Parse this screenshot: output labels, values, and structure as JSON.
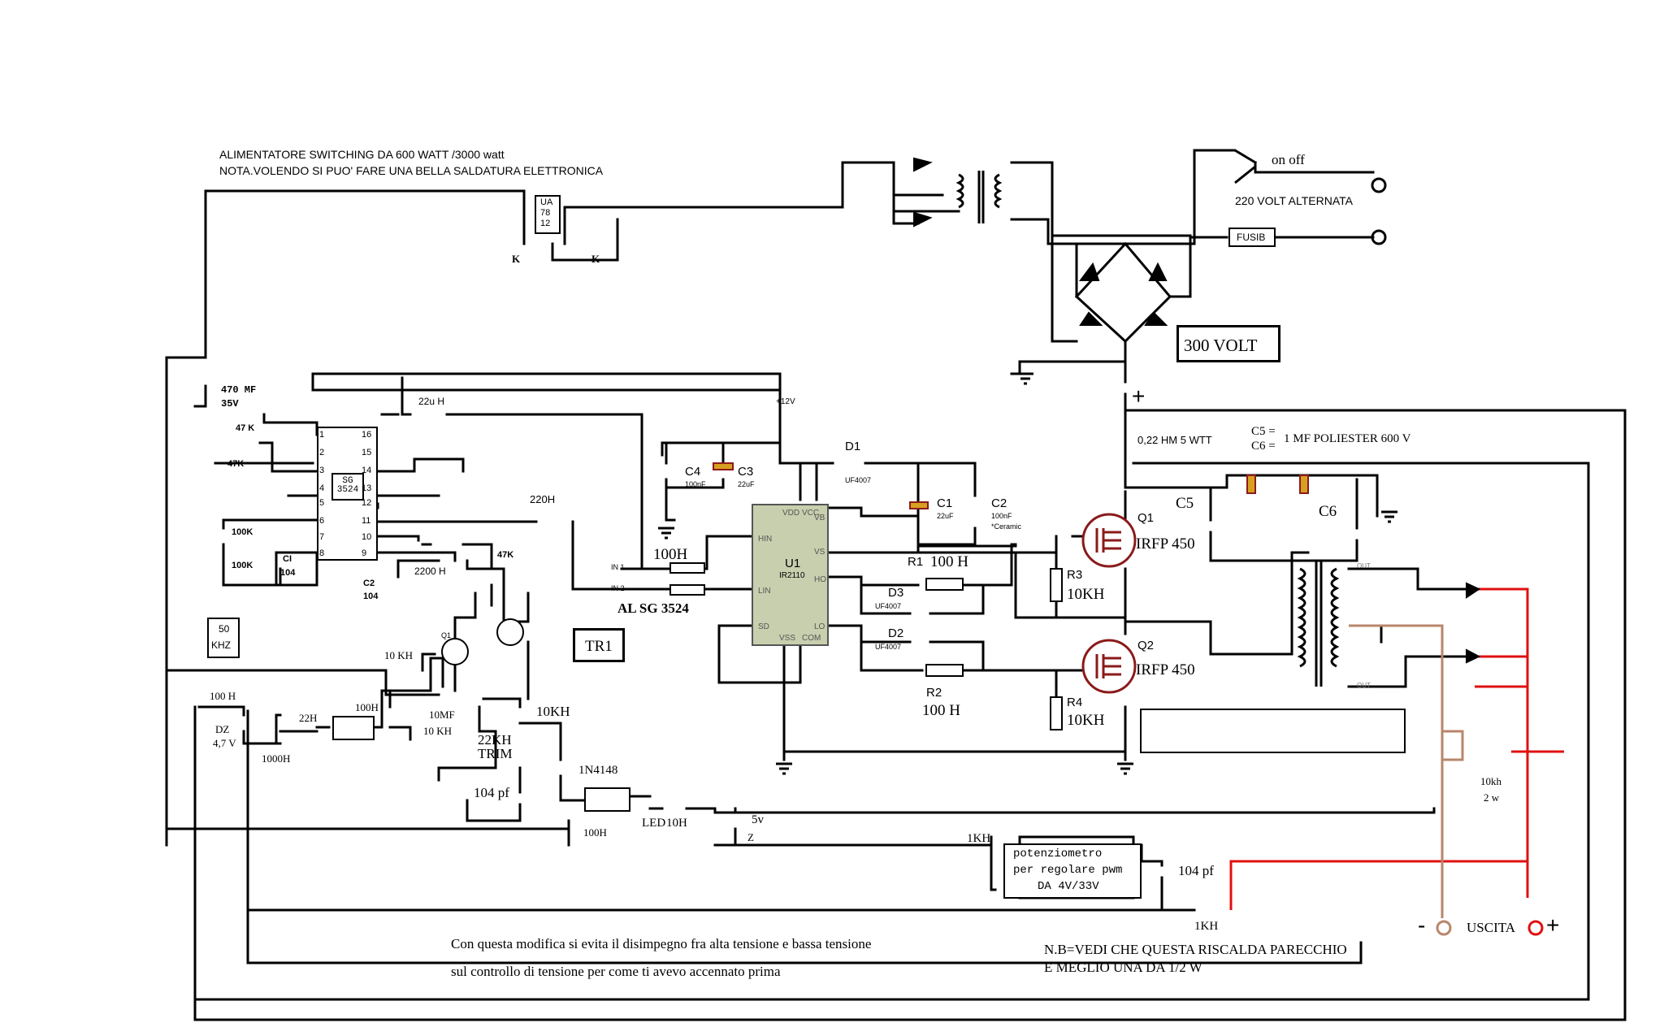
{
  "header": {
    "line1": "ALIMENTATORE SWITCHING DA 600 WATT /3000 watt",
    "line2": "NOTA.VOLENDO SI PUO' FARE UNA BELLA SALDATURA ELETTRONICA"
  },
  "mains": {
    "switch_label": "on off",
    "voltage_label": "220 VOLT ALTERNATA",
    "fuse_label": "FUSIB",
    "rail_label": "300 VOLT",
    "plus_sign": "+"
  },
  "regulator": {
    "l1": "UA",
    "l2": "78",
    "l3": "12",
    "k_left": "K",
    "k_right": "K"
  },
  "sg3524": {
    "chip_name": "SG 3524",
    "cap_470_l1": "470 MF",
    "cap_470_l2": "35V",
    "r47k_a": "47 K",
    "r47k_b": "47K",
    "r22u": "22u H",
    "r220h": "220H",
    "r100k_a": "100K",
    "r100k_b": "100K",
    "c1_104_a": "CI",
    "c1_104_b": "104",
    "c2_104_a": "C2",
    "c2_104_b": "104",
    "r2200": "2200 H",
    "r47k_c": "47K",
    "freq_a": "50",
    "freq_b": "KHZ",
    "pins_left": [
      "1",
      "2",
      "3",
      "4",
      "5",
      "6",
      "7",
      "8"
    ],
    "pins_right": [
      "16",
      "15",
      "14",
      "13",
      "12",
      "11",
      "10",
      "9"
    ]
  },
  "driver": {
    "chip_name": "U1",
    "chip_part": "IR2110",
    "pin_hin": "HIN",
    "pin_lin": "LIN",
    "pin_sd": "SD",
    "pin_vdd": "VDD",
    "pin_vcc": "VCC",
    "pin_vss": "VSS",
    "pin_com": "COM",
    "pin_vb": "VB",
    "pin_vs": "VS",
    "pin_ho": "HO",
    "pin_lo": "LO",
    "c4": "C4",
    "c4_val": "100nF",
    "c3": "C3",
    "c3_val": "22uF",
    "d1": "D1",
    "d1_part": "UF4007",
    "c1": "C1",
    "c1_val": "22uF",
    "c2": "C2",
    "c2_val": "100nF",
    "c2_note": "*Ceramic",
    "r1": "R1",
    "r1_val": "100 H",
    "r2": "R2",
    "r2_val": "100 H",
    "d3": "D3",
    "d3_part": "UF4007",
    "d2": "D2",
    "d2_part": "UF4007",
    "in1": "IN 1",
    "in2": "IN 2",
    "r100h_in": "100H",
    "al_sg": "AL SG 3524",
    "plus12v": "+12V"
  },
  "power": {
    "shunt": "0,22 HM 5 WTT",
    "c5c6_a": "C5 =",
    "c5c6_b": "C6 =",
    "c5c6_val": "1 MF POLIESTER 600 V",
    "c5": "C5",
    "c6": "C6",
    "q1": "Q1",
    "q1_part": "IRFP 450",
    "q2": "Q2",
    "q2_part": "IRFP 450",
    "r3": "R3",
    "r3_val": "10KH",
    "r4": "R4",
    "r4_val": "10KH",
    "out_top": "OUT",
    "out_bot": "OUT"
  },
  "feedback": {
    "r10kh_a": "10 KH",
    "q1_small": "Q1",
    "r100h_a": "100 H",
    "dz": "DZ",
    "dz_v": "4,7 V",
    "r1000h": "1000H",
    "r22h": "22H",
    "r100h_b": "100H",
    "r10mf": "10MF",
    "r10kh_b": "10 KH",
    "trim_a": "22KH",
    "trim_b": "TRIM",
    "r10kh_c": "10KH",
    "d1n4148": "1N4148",
    "c104pf_a": "104 pf",
    "r100h_c": "100H",
    "led": "LED",
    "r10h": "10H",
    "zener_5v": "5v",
    "zener_z": "Z",
    "tr1": "TR1",
    "r1kh_a": "1KH",
    "pot_l1": "potenziometro",
    "pot_l2": "per regolare pwm",
    "pot_l3": "DA 4V/33V",
    "c104pf_b": "104 pf",
    "r1kh_b": "1KH",
    "r10kh_load_a": "10kh",
    "r10kh_load_b": "2 w"
  },
  "output": {
    "minus": "-",
    "label": "USCITA",
    "plus": "+"
  },
  "notes": {
    "mod_l1": "Con questa modifica si evita il disimpegno fra alta tensione e bassa tensione",
    "mod_l2": "sul controllo di tensione per come ti avevo accennato prima",
    "nb_l1": "N.B=VEDI CHE QUESTA RISCALDA PARECCHIO",
    "nb_l2": "E MEGLIO UNA DA 1/2 W"
  },
  "colors": {
    "wire": "#000000",
    "red_wire": "#e01010",
    "brown_wire": "#b8866a",
    "ic_fill": "#c8cfae",
    "fet_red": "#8b1a1a"
  }
}
